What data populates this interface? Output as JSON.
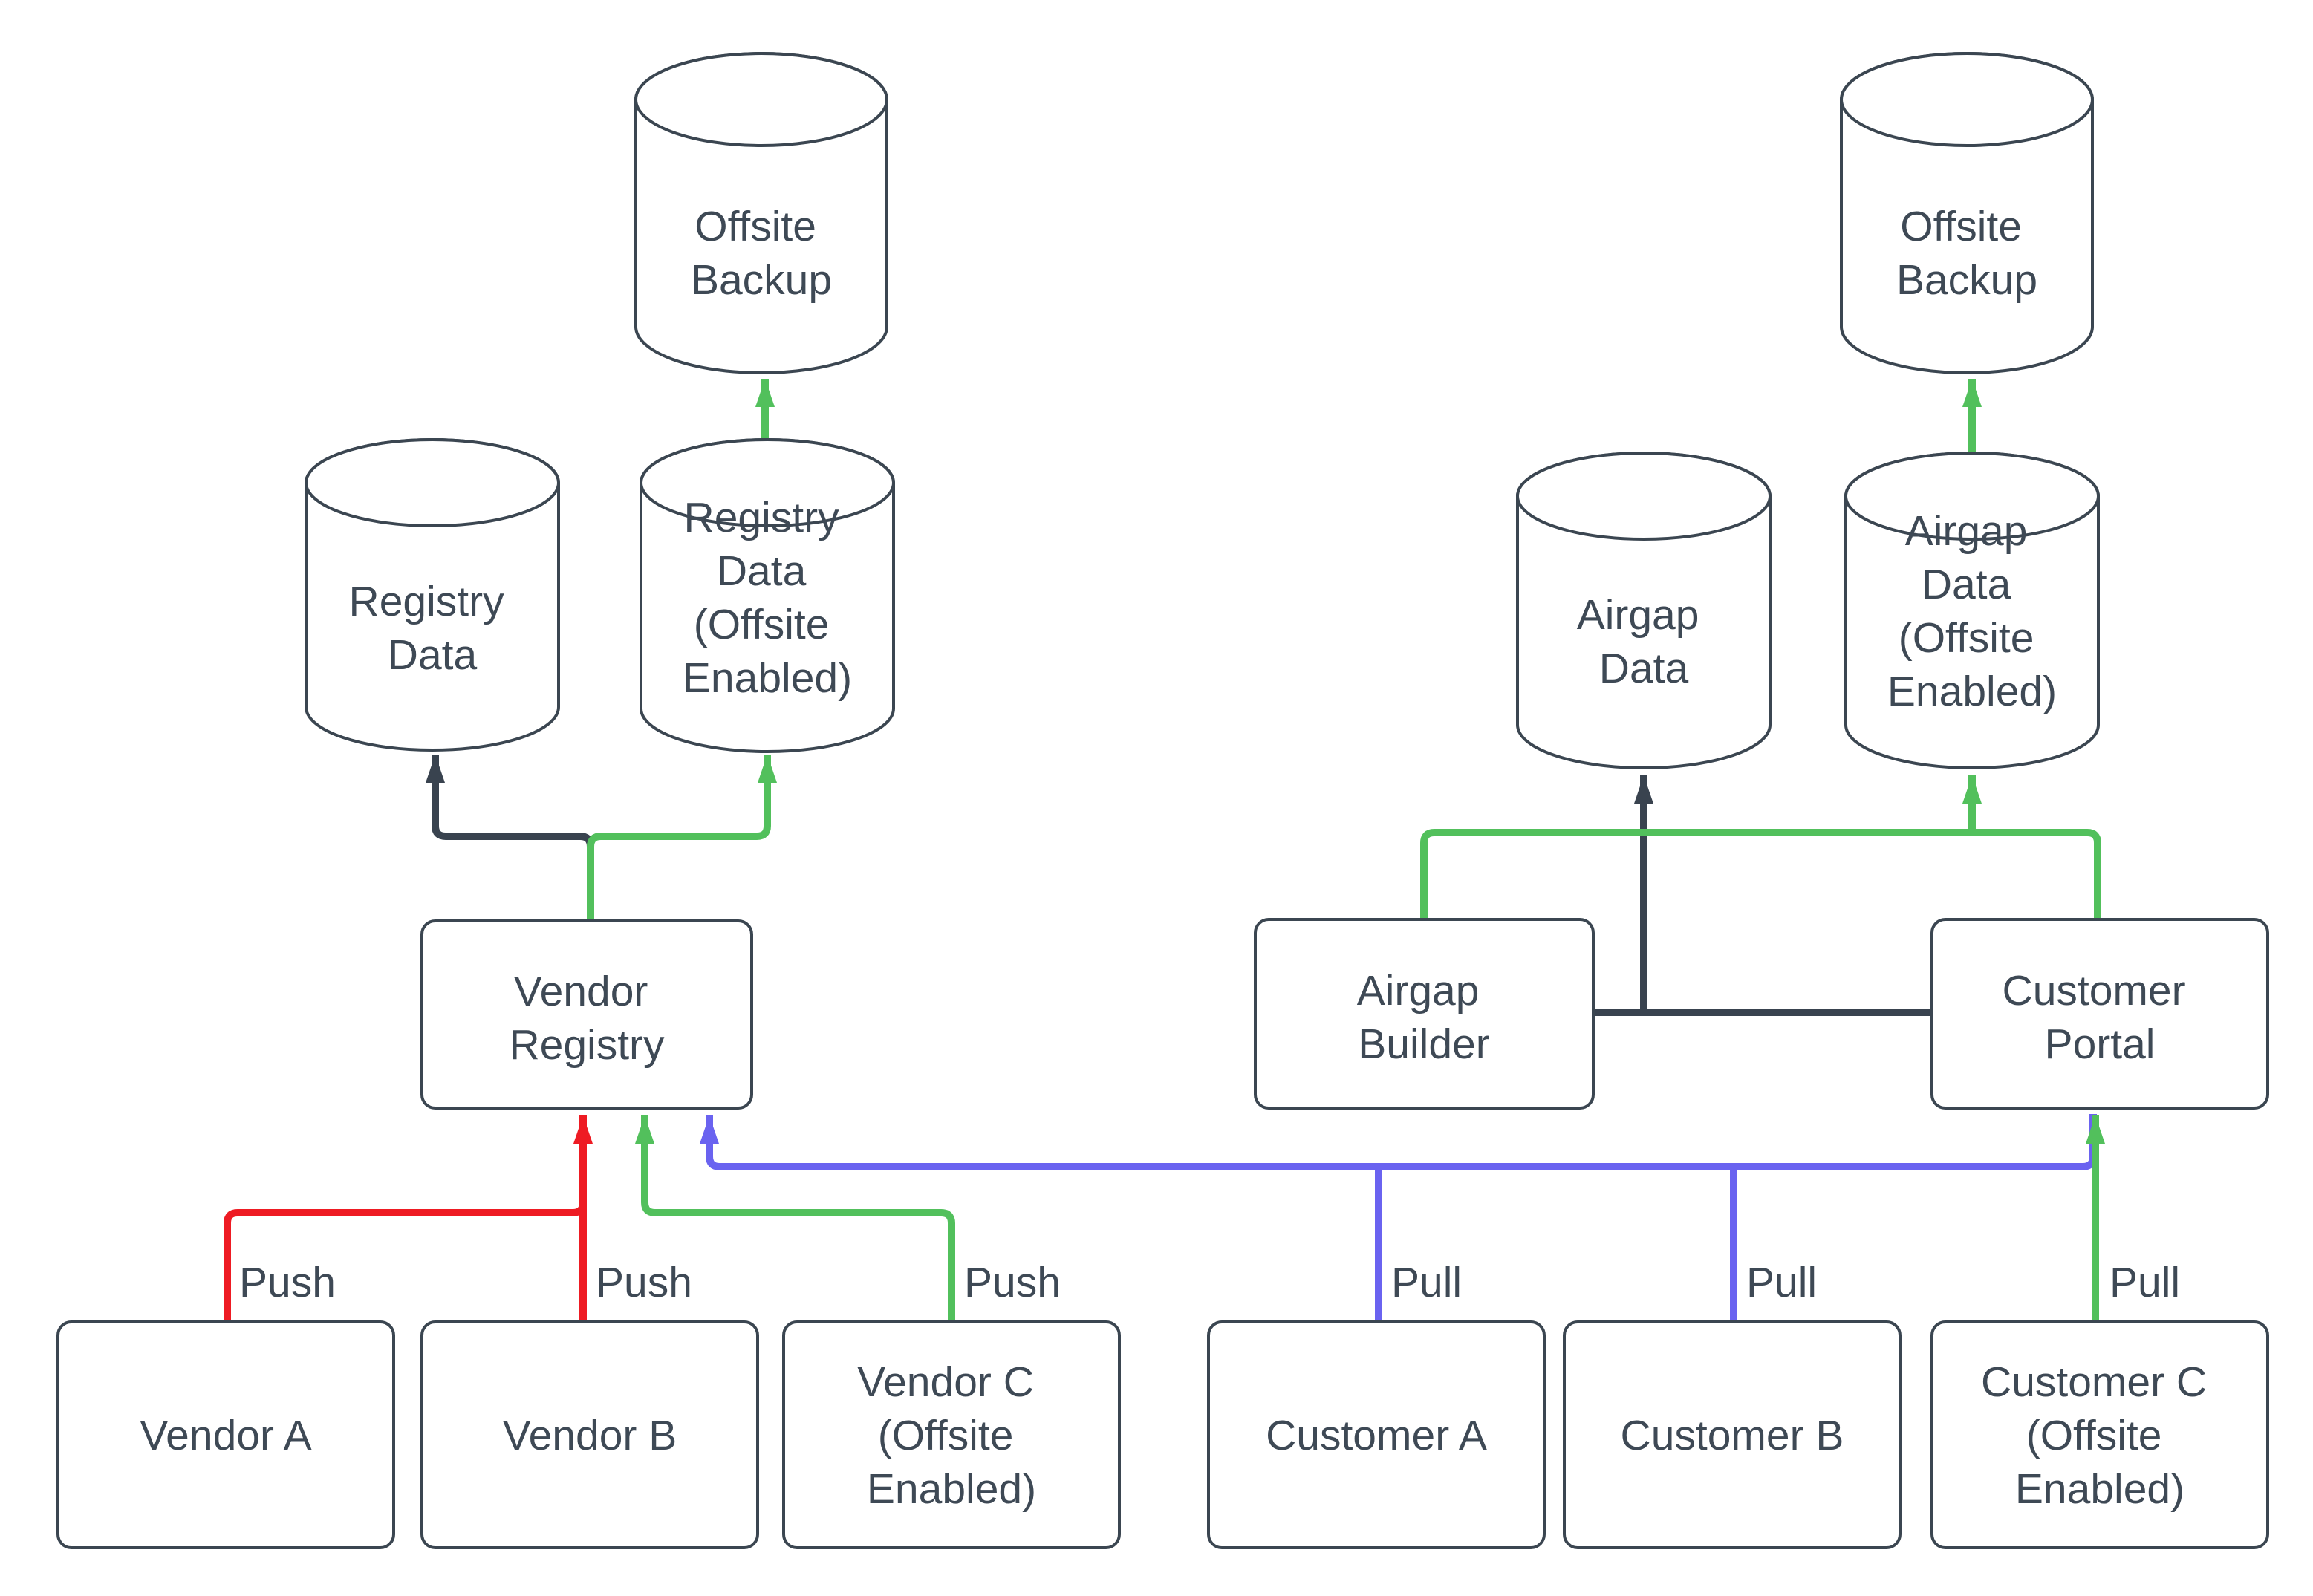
{
  "diagram": {
    "background": "#ffffff",
    "colors": {
      "node_stroke": "#3b4651",
      "text": "#3e4955",
      "push_red": "#ee1b23",
      "offsite_green": "#52c05c",
      "pull_blue": "#6a63f0",
      "dark_edge": "#39434f"
    },
    "labels": {
      "push": "Push",
      "pull": "Pull"
    },
    "nodes": {
      "offsite_backup_left": {
        "lines": [
          "Offsite",
          "Backup"
        ]
      },
      "registry_data": {
        "lines": [
          "Registry",
          "Data"
        ]
      },
      "registry_data_offsite": {
        "lines": [
          "Registry",
          "Data",
          "(Offsite",
          "Enabled)"
        ]
      },
      "vendor_registry": {
        "lines": [
          "Vendor",
          "Registry"
        ]
      },
      "vendor_a": {
        "lines": [
          "Vendor A"
        ]
      },
      "vendor_b": {
        "lines": [
          "Vendor B"
        ]
      },
      "vendor_c_offsite": {
        "lines": [
          "Vendor C",
          "(Offsite",
          "Enabled)"
        ]
      },
      "offsite_backup_right": {
        "lines": [
          "Offsite",
          "Backup"
        ]
      },
      "airgap_data": {
        "lines": [
          "Airgap",
          "Data"
        ]
      },
      "airgap_data_offsite": {
        "lines": [
          "Airgap",
          "Data",
          "(Offsite",
          "Enabled)"
        ]
      },
      "airgap_builder": {
        "lines": [
          "Airgap",
          "Builder"
        ]
      },
      "customer_portal": {
        "lines": [
          "Customer",
          "Portal"
        ]
      },
      "customer_a": {
        "lines": [
          "Customer A"
        ]
      },
      "customer_b": {
        "lines": [
          "Customer B"
        ]
      },
      "customer_c_offsite": {
        "lines": [
          "Customer C",
          "(Offsite",
          "Enabled)"
        ]
      }
    }
  }
}
